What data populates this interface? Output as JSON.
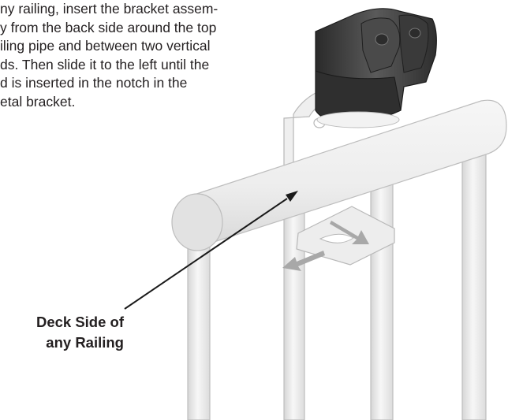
{
  "instructions": {
    "lines": [
      "ny railing, insert the bracket assem-",
      "y from the back side around the top",
      "iling pipe and between two vertical",
      "ds. Then slide it to the left until the",
      "d is inserted in the notch in the",
      "etal bracket."
    ]
  },
  "callout": {
    "line1": "Deck Side of",
    "line2": "any Railing"
  },
  "colors": {
    "text": "#231f20",
    "rail": "#eeeeee",
    "outline": "#bdbdbd",
    "knob": "#3c3c3c",
    "arrow": "#a8a8a8"
  }
}
